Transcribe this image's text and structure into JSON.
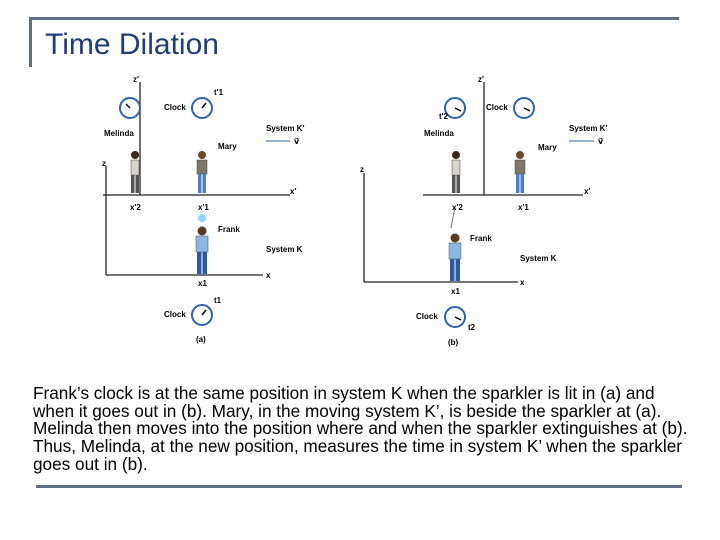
{
  "slide": {
    "title": "Time Dilation",
    "caption": "Frank’s clock is at the same position in system K when the sparkler is lit in (a) and when it goes out in (b). Mary, in the moving system K’, is beside the sparkler at (a). Melinda then moves into the position where and when the sparkler extinguishes at (b). Thus, Melinda, at the new position, measures the time in system K’ when the sparkler goes out in (b)."
  },
  "figure": {
    "panel_a": {
      "label": "(a)",
      "clock_top_label": "Clock",
      "clock_bottom_label": "Clock",
      "melinda": "Melinda",
      "mary": "Mary",
      "frank": "Frank",
      "system_k_prime": "System K′",
      "system_k": "System K",
      "velocity": "v⃗",
      "z_prime": "z′",
      "z": "z",
      "x_prime": "x′",
      "x": "x",
      "x2_prime": "x′2",
      "x1_prime": "x′1",
      "x1": "x1",
      "t1_prime": "t′1",
      "t1": "t1"
    },
    "panel_b": {
      "label": "(b)",
      "clock_top_label": "Clock",
      "clock_bottom_label": "Clock",
      "melinda": "Melinda",
      "mary": "Mary",
      "frank": "Frank",
      "system_k_prime": "System K′",
      "system_k": "System K",
      "velocity": "v⃗",
      "z_prime": "z′",
      "z": "z",
      "x_prime": "x′",
      "x": "x",
      "x2_prime": "x′2",
      "x1_prime": "x′1",
      "x1": "x1",
      "t2_prime": "t′2",
      "t2": "t2"
    }
  }
}
